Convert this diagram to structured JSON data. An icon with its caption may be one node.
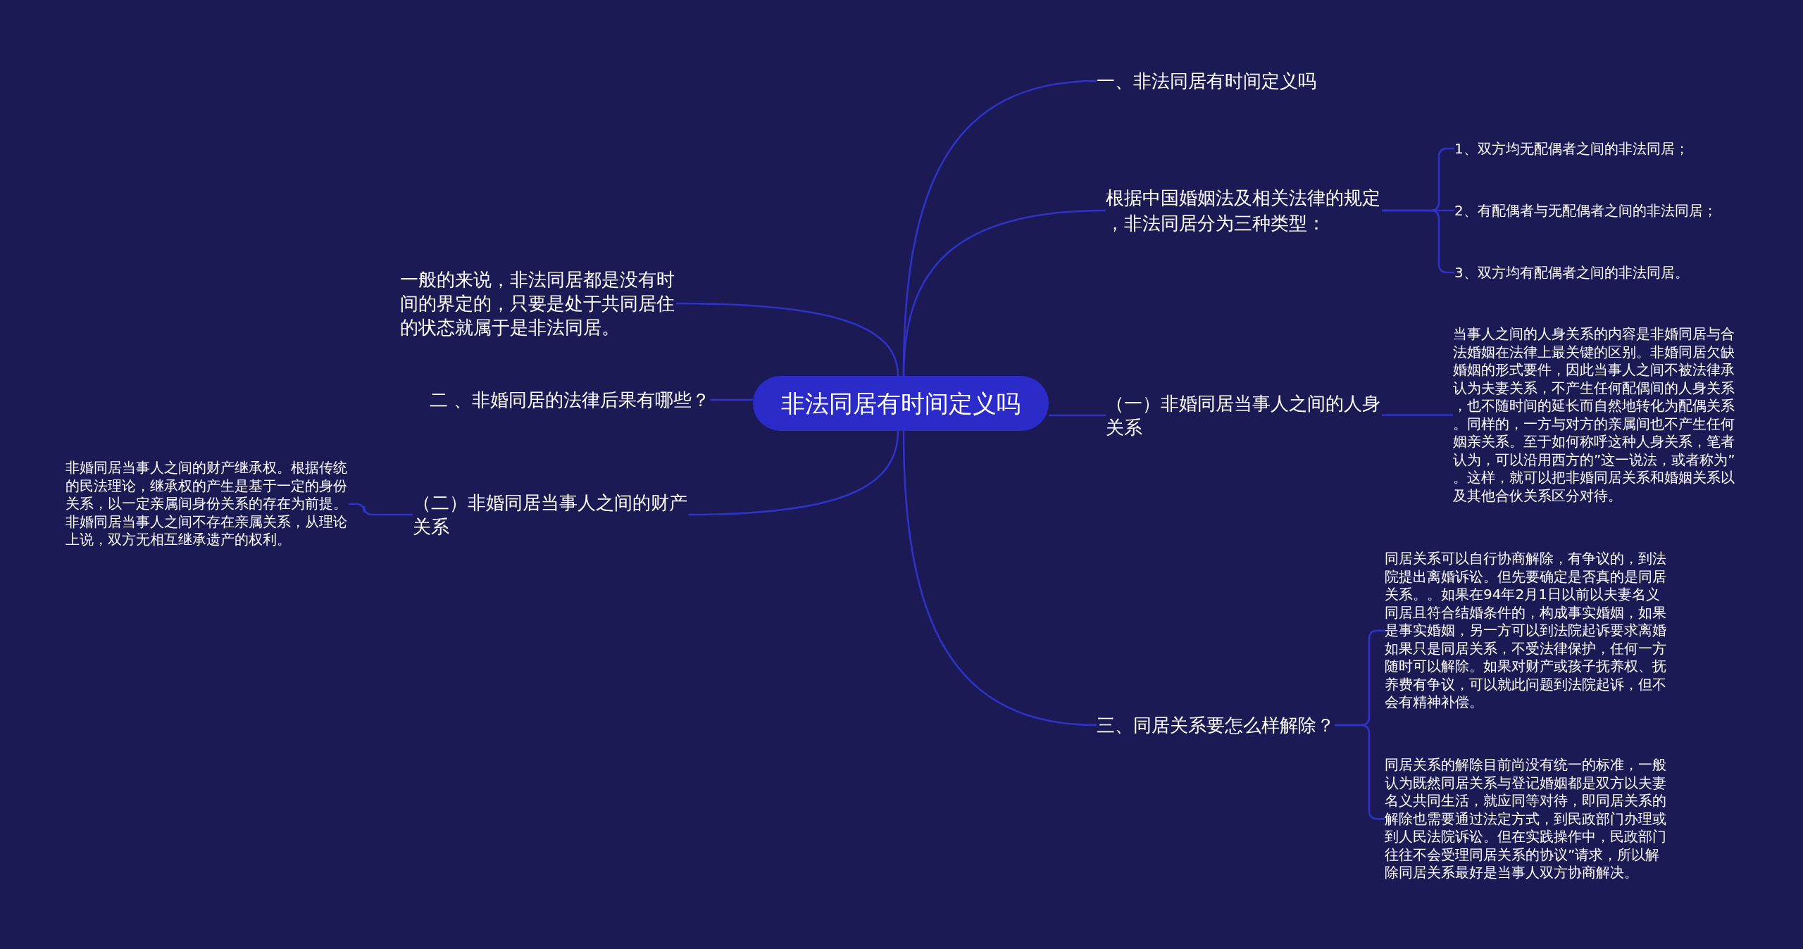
{
  "diagram": {
    "nodes": [
      {
        "text": [
          "非法同居有时间定义吗"
        ]
      },
      {
        "text": [
          "一、非法同居有时间定义吗"
        ]
      },
      {
        "text": [
          "根据中国婚姻法及相关法律的规定，非法同居分为三种类型："
        ]
      },
      {
        "text": [
          "1、双方均无配偶者之间的非法同居；"
        ]
      },
      {
        "text": [
          "2、有配偶者与无配偶者之间的非法同居；"
        ]
      },
      {
        "text": [
          "3、双方均有配偶者之间的非法同居。"
        ]
      },
      {
        "text": [
          "（一）非婚同居当事人之间的人身关系"
        ]
      },
      {
        "text": [
          "当事人之间的人身关系的内容是非婚同居与合法婚姻在法律上最关键的区别。非婚同居欠缺婚姻的形式要件，因此当事人之间不被法律承认为夫妻关系，不产生任何配偶间的人身关系，也不随时间的延长而自然地转化为配偶关系。同样的，一方与对方的亲属间也不产生任何姻亲关系。至于如何称呼这种人身关系，笔者认为，可以沿用西方的”这一说法，或者称为”。这样，就可以把非婚同居关系和婚姻关系以及其他合伙关系区分对待。"
        ]
      },
      {
        "text": [
          "三、同居关系要怎么样解除？"
        ]
      },
      {
        "text": [
          "同居关系可以自行协商解除，有争议的，到法院提出离婚诉讼。但先要确定是否真的是同居关系。。如果在94年2月1日以前以夫妻名义同居且符合结婚条件的，构成事实婚姻，如果是事实婚姻，另一方可以到法院起诉要求离婚如果只是同居关系，不受法律保护，任何一方随时可以解除。如果对财产或孩子抚养权、抚养费有争议，可以就此问题到法院起诉，但不会有精神补偿。"
        ]
      },
      {
        "text": [
          "同居关系的解除目前尚没有统一的标准，一般认为既然同居关系与登记婚姻都是双方以夫妻名义共同生活，就应同等对待，即同居关系的解除也需要通过法定方式，到民政部门办理或到人民法院诉讼。但在实践操作中，民政部门往往不会受理同居关系的协议”请求，所以解除同居关系最好是当事人双方协商解决。"
        ]
      },
      {
        "text": [
          "一般的来说，非法同居都是没有时间的界定的，只要是处于共同居住的状态就属于是非法同居。"
        ]
      },
      {
        "text": [
          "二 、非婚同居的法律后果有哪些？"
        ]
      },
      {
        "text": [
          "（二）非婚同居当事人之间的财产关系"
        ]
      },
      {
        "text": [
          "非婚同居当事人之间的财产继承权。根据传统的民法理论，继承权的产生是基于一定的身份关系，以一定亲属间身份关系的存在为前提。非婚同居当事人之间不存在亲属关系，从理论上说，双方无相互继承遗产的权利。"
        ]
      }
    ],
    "edges": [
      {
        "from": 0,
        "to": 1,
        "arrow": "none"
      },
      {
        "from": 0,
        "to": 2,
        "arrow": "none"
      },
      {
        "from": 2,
        "to": 3,
        "arrow": "none"
      },
      {
        "from": 2,
        "to": 4,
        "arrow": "none"
      },
      {
        "from": 2,
        "to": 5,
        "arrow": "none"
      },
      {
        "from": 0,
        "to": 6,
        "arrow": "none"
      },
      {
        "from": 6,
        "to": 7,
        "arrow": "none"
      },
      {
        "from": 0,
        "to": 8,
        "arrow": "none"
      },
      {
        "from": 8,
        "to": 9,
        "arrow": "none"
      },
      {
        "from": 8,
        "to": 10,
        "arrow": "none"
      },
      {
        "from": 0,
        "to": 11,
        "arrow": "none"
      },
      {
        "from": 0,
        "to": 12,
        "arrow": "none"
      },
      {
        "from": 0,
        "to": 13,
        "arrow": "none"
      },
      {
        "from": 13,
        "to": 14,
        "arrow": "none"
      }
    ]
  }
}
